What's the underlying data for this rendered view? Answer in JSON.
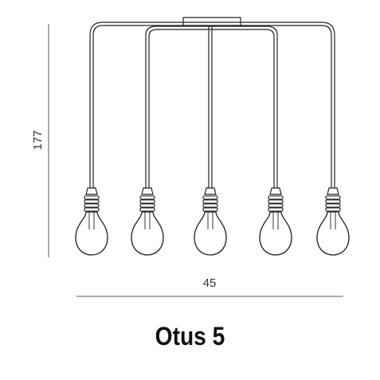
{
  "product": {
    "name": "Otus 5"
  },
  "dimensions": {
    "height": "177",
    "width": "45"
  },
  "lamp": {
    "bulb_count": 5
  },
  "colors": {
    "line": "#222222",
    "dimension": "#555555",
    "text": "#111111"
  }
}
